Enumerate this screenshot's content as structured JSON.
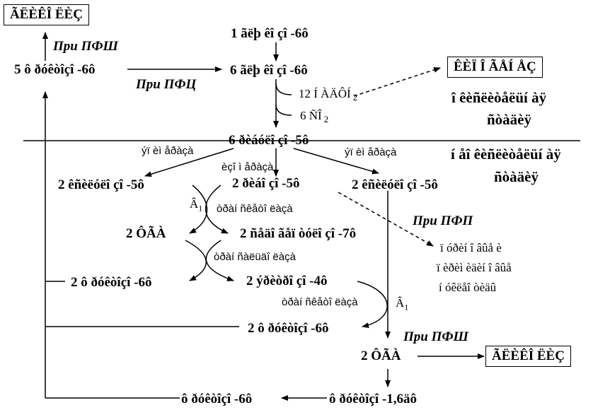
{
  "boxes": {
    "glikogen_top": "ÃËÈÊÎ ËÈÇ",
    "glikogen_bottom": "ÃËÈÊÎ ËÈÇ",
    "glycolysis_right": "ÊÈÏ Î ÃÅÍ ÅÇ"
  },
  "pathway_labels": {
    "pri_pfsh_top": "При ПФШ",
    "pri_pfc": "При ПФЦ",
    "pri_pfp": "При ПФП",
    "pri_pfsh_bottom": "При ПФШ"
  },
  "metabolites": {
    "glucose": "1 ãëþ êî çî -6ô",
    "glucose6": "6 ãëþ êî çî -6ô",
    "fructose5_top": "5 ô ðóêòîçî -6ô",
    "ribulose": "6 ðèáóëî çî -5ô",
    "xylulose_left": "2 êñèëóëî çî -5ô",
    "ribose": "2 ðèáî çî -5ô",
    "xylulose_right": "2 êñèëóëî çî -5ô",
    "fda": "2 ÔÃÀ",
    "sedoheptulose": "2 ñåäî ãåï òóëî çî -7ô",
    "fructose_mid": "2 ô ðóêòîçî -6ô",
    "erythrose": "2 ýðèòðî çî -4ô",
    "fructose_low": "2 ô ðóêòîçî -6ô",
    "fga_bottom": "2 ÔÃÀ",
    "fructose_bottom": "ô ðóêòîçî -6ô",
    "fructose_16": "ô ðóêòîçî -1,6äô"
  },
  "reactions": {
    "nadph": "12 Í ÀÄÔÍ",
    "nadph_sub": "2",
    "co2": "6 ÑÎ",
    "co2_sub": "2",
    "epimerase_left": "ýï èì åðàçà",
    "isomerase": "èçî ì åðàçà",
    "epimerase_right": "ýï èì åðàçà",
    "transketolase_1": "òðàí ñêåòî ëàçà",
    "transaldolase": "òðàí ñàëüäî ëàçà",
    "transketolase_2": "òðàí ñêåòî ëàçà",
    "b1_left": "Â",
    "b1_left_sub": "1",
    "b1_right": "Â",
    "b1_right_sub": "1",
    "ppp_products": [
      "ï óðèí î âûå è",
      "ï èðèì èäèí î âûå",
      "í óêëåî òèäû"
    ]
  },
  "stages": {
    "oxidative_1": "î êèñëèòåëüí àÿ",
    "oxidative_2": "ñòàäèÿ",
    "nonoxidative_1": "í åî êèñëèòåëüí àÿ",
    "nonoxidative_2": "ñòàäèÿ"
  }
}
